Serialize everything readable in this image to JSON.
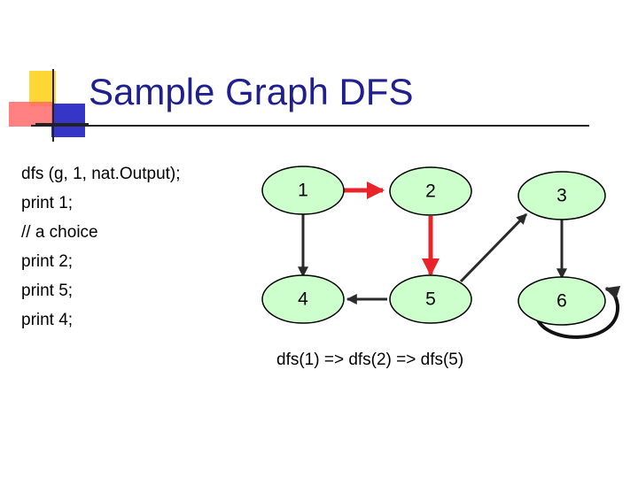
{
  "slide": {
    "title": "Sample Graph DFS",
    "code_lines": [
      "dfs (g, 1, nat.Output);",
      "print 1;",
      "// a choice",
      "print 2;",
      "print 5;",
      "print 4;"
    ],
    "caption": "dfs(1) => dfs(2) => dfs(5)"
  },
  "graph": {
    "nodes": [
      {
        "id": "1",
        "label": "1"
      },
      {
        "id": "2",
        "label": "2"
      },
      {
        "id": "3",
        "label": "3"
      },
      {
        "id": "4",
        "label": "4"
      },
      {
        "id": "5",
        "label": "5"
      },
      {
        "id": "6",
        "label": "6"
      }
    ],
    "edges": [
      {
        "from": "1",
        "to": "2",
        "highlighted": true
      },
      {
        "from": "1",
        "to": "4",
        "highlighted": false
      },
      {
        "from": "2",
        "to": "5",
        "highlighted": true
      },
      {
        "from": "5",
        "to": "4",
        "highlighted": false
      },
      {
        "from": "5",
        "to": "3",
        "highlighted": false
      },
      {
        "from": "3",
        "to": "6",
        "highlighted": false
      },
      {
        "from": "6",
        "to": "6",
        "highlighted": false
      }
    ],
    "colors": {
      "node_fill": "#ccffcc",
      "node_stroke": "#000000",
      "highlight_edge": "#e8232a",
      "normal_edge": "#2a2a2a"
    }
  }
}
